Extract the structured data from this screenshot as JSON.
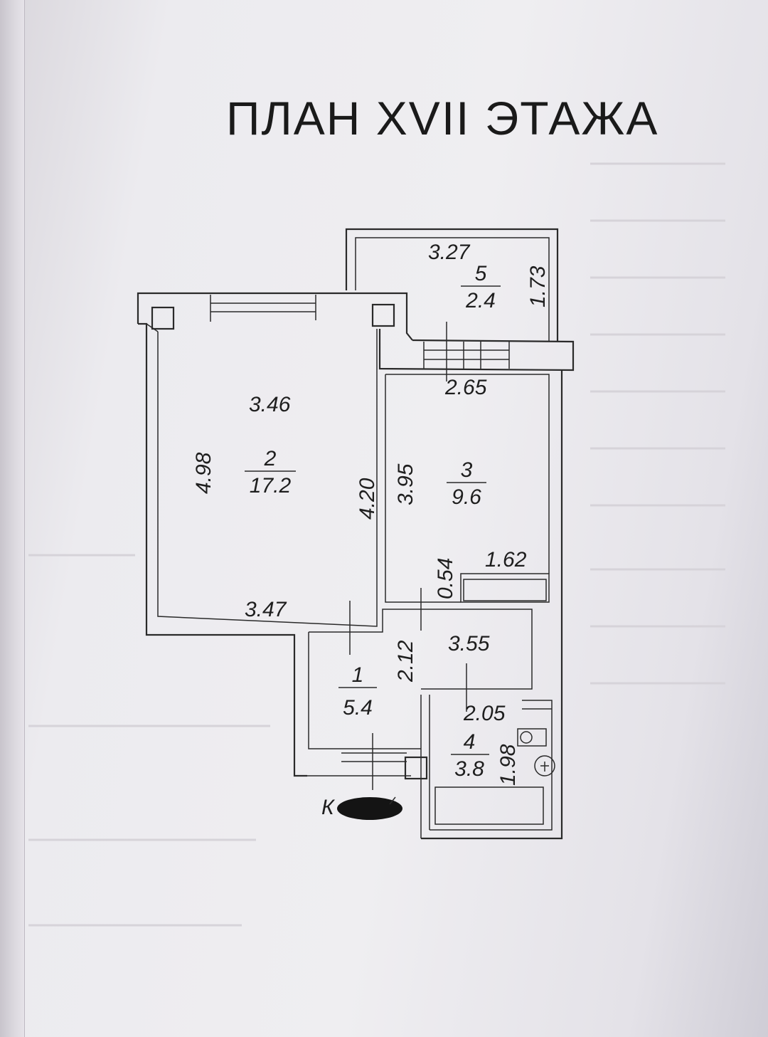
{
  "title": "ПЛАН XVII ЭТАЖА",
  "rooms": [
    {
      "number": "1",
      "area": "5.4"
    },
    {
      "number": "2",
      "area": "17.2"
    },
    {
      "number": "3",
      "area": "9.6"
    },
    {
      "number": "4",
      "area": "3.8"
    },
    {
      "number": "5",
      "area": "2.4"
    }
  ],
  "dimensions": {
    "balcony_width": "3.27",
    "balcony_depth": "1.73",
    "room3_top": "2.65",
    "room2_top": "3.46",
    "room2_left": "4.98",
    "room2_right": "4.20",
    "room3_left": "3.95",
    "niche_depth": "0.54",
    "closet_width": "1.62",
    "room2_bottom": "3.47",
    "hall_height": "2.12",
    "hall_width": "3.55",
    "bath_width": "2.05",
    "bath_height": "1.98"
  },
  "entrance_label": "К"
}
